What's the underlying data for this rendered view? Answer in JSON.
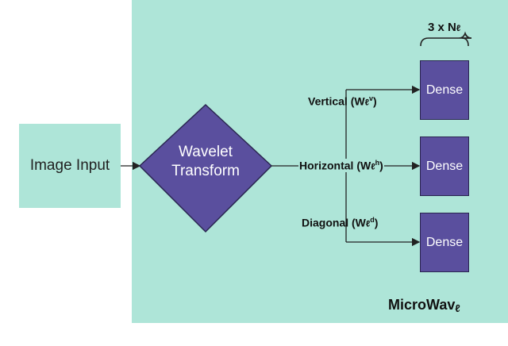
{
  "diagram": {
    "input_label": "Image Input",
    "transform_label_line1": "Wavelet",
    "transform_label_line2": "Transform",
    "branch_vertical": "Vertical (W",
    "branch_vertical_sup": "v",
    "branch_horizontal": "Horizontal (W",
    "branch_horizontal_sup": "h",
    "branch_diagonal": "Diagonal (W",
    "branch_diagonal_sup": "d",
    "l_glyph": "ℓ",
    "close_paren": ")",
    "dense_label": "Dense",
    "count_label": "3 x N",
    "model_name": "MicroWav",
    "colors": {
      "panel": "#aee5d8",
      "dense_fill": "#5a4f9e",
      "diamond_fill": "#5a4f9e"
    }
  }
}
